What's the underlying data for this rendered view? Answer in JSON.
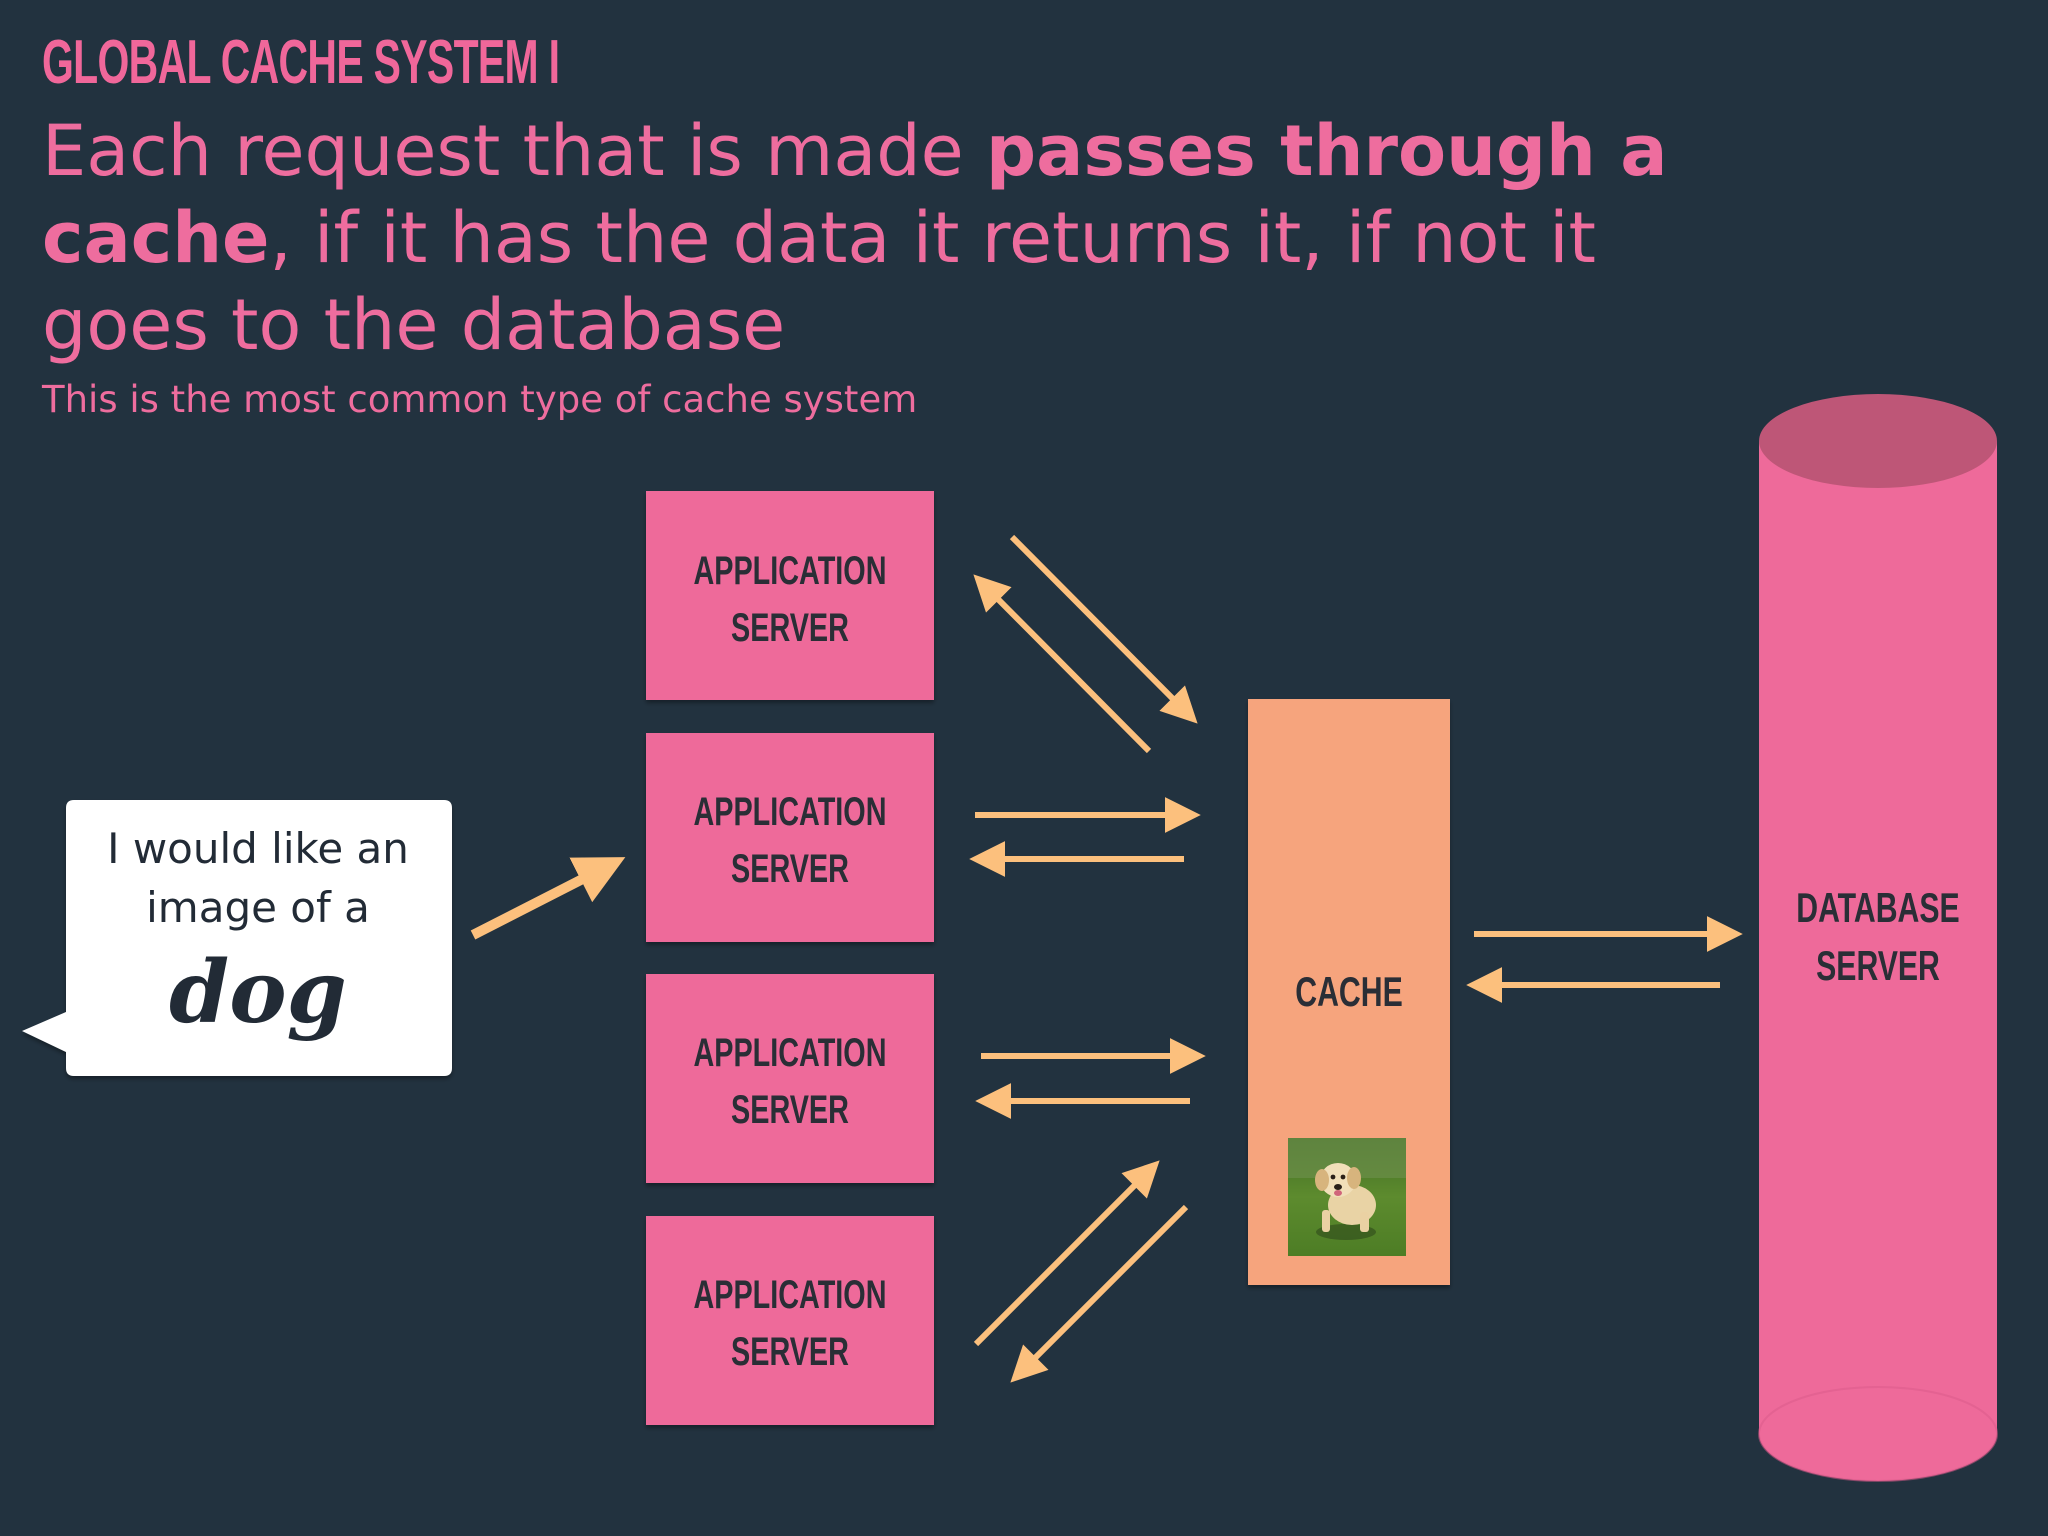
{
  "slide": {
    "title": "GLOBAL CACHE SYSTEM I",
    "headline": {
      "part1": "Each request that is made ",
      "bold1": "passes through a cache",
      "part2": ", if it has the data it returns it, if not it goes to the database"
    },
    "subtitle": "This is the most common type of cache system"
  },
  "diagram": {
    "bubble": {
      "line1": "I would like an",
      "line2": "image of a",
      "emphasis": "dog"
    },
    "app_servers": [
      {
        "line1": "APPLICATION",
        "line2": "SERVER"
      },
      {
        "line1": "APPLICATION",
        "line2": "SERVER"
      },
      {
        "line1": "APPLICATION",
        "line2": "SERVER"
      },
      {
        "line1": "APPLICATION",
        "line2": "SERVER"
      }
    ],
    "cache": {
      "label": "CACHE",
      "image": "dog-photo"
    },
    "database": {
      "line1": "DATABASE",
      "line2": "SERVER"
    }
  },
  "colors": {
    "background": "#22323f",
    "pink": "#ee6a9a",
    "cache_orange": "#f6a47d",
    "arrow": "#fcc07d",
    "db_top": "#be5677"
  }
}
